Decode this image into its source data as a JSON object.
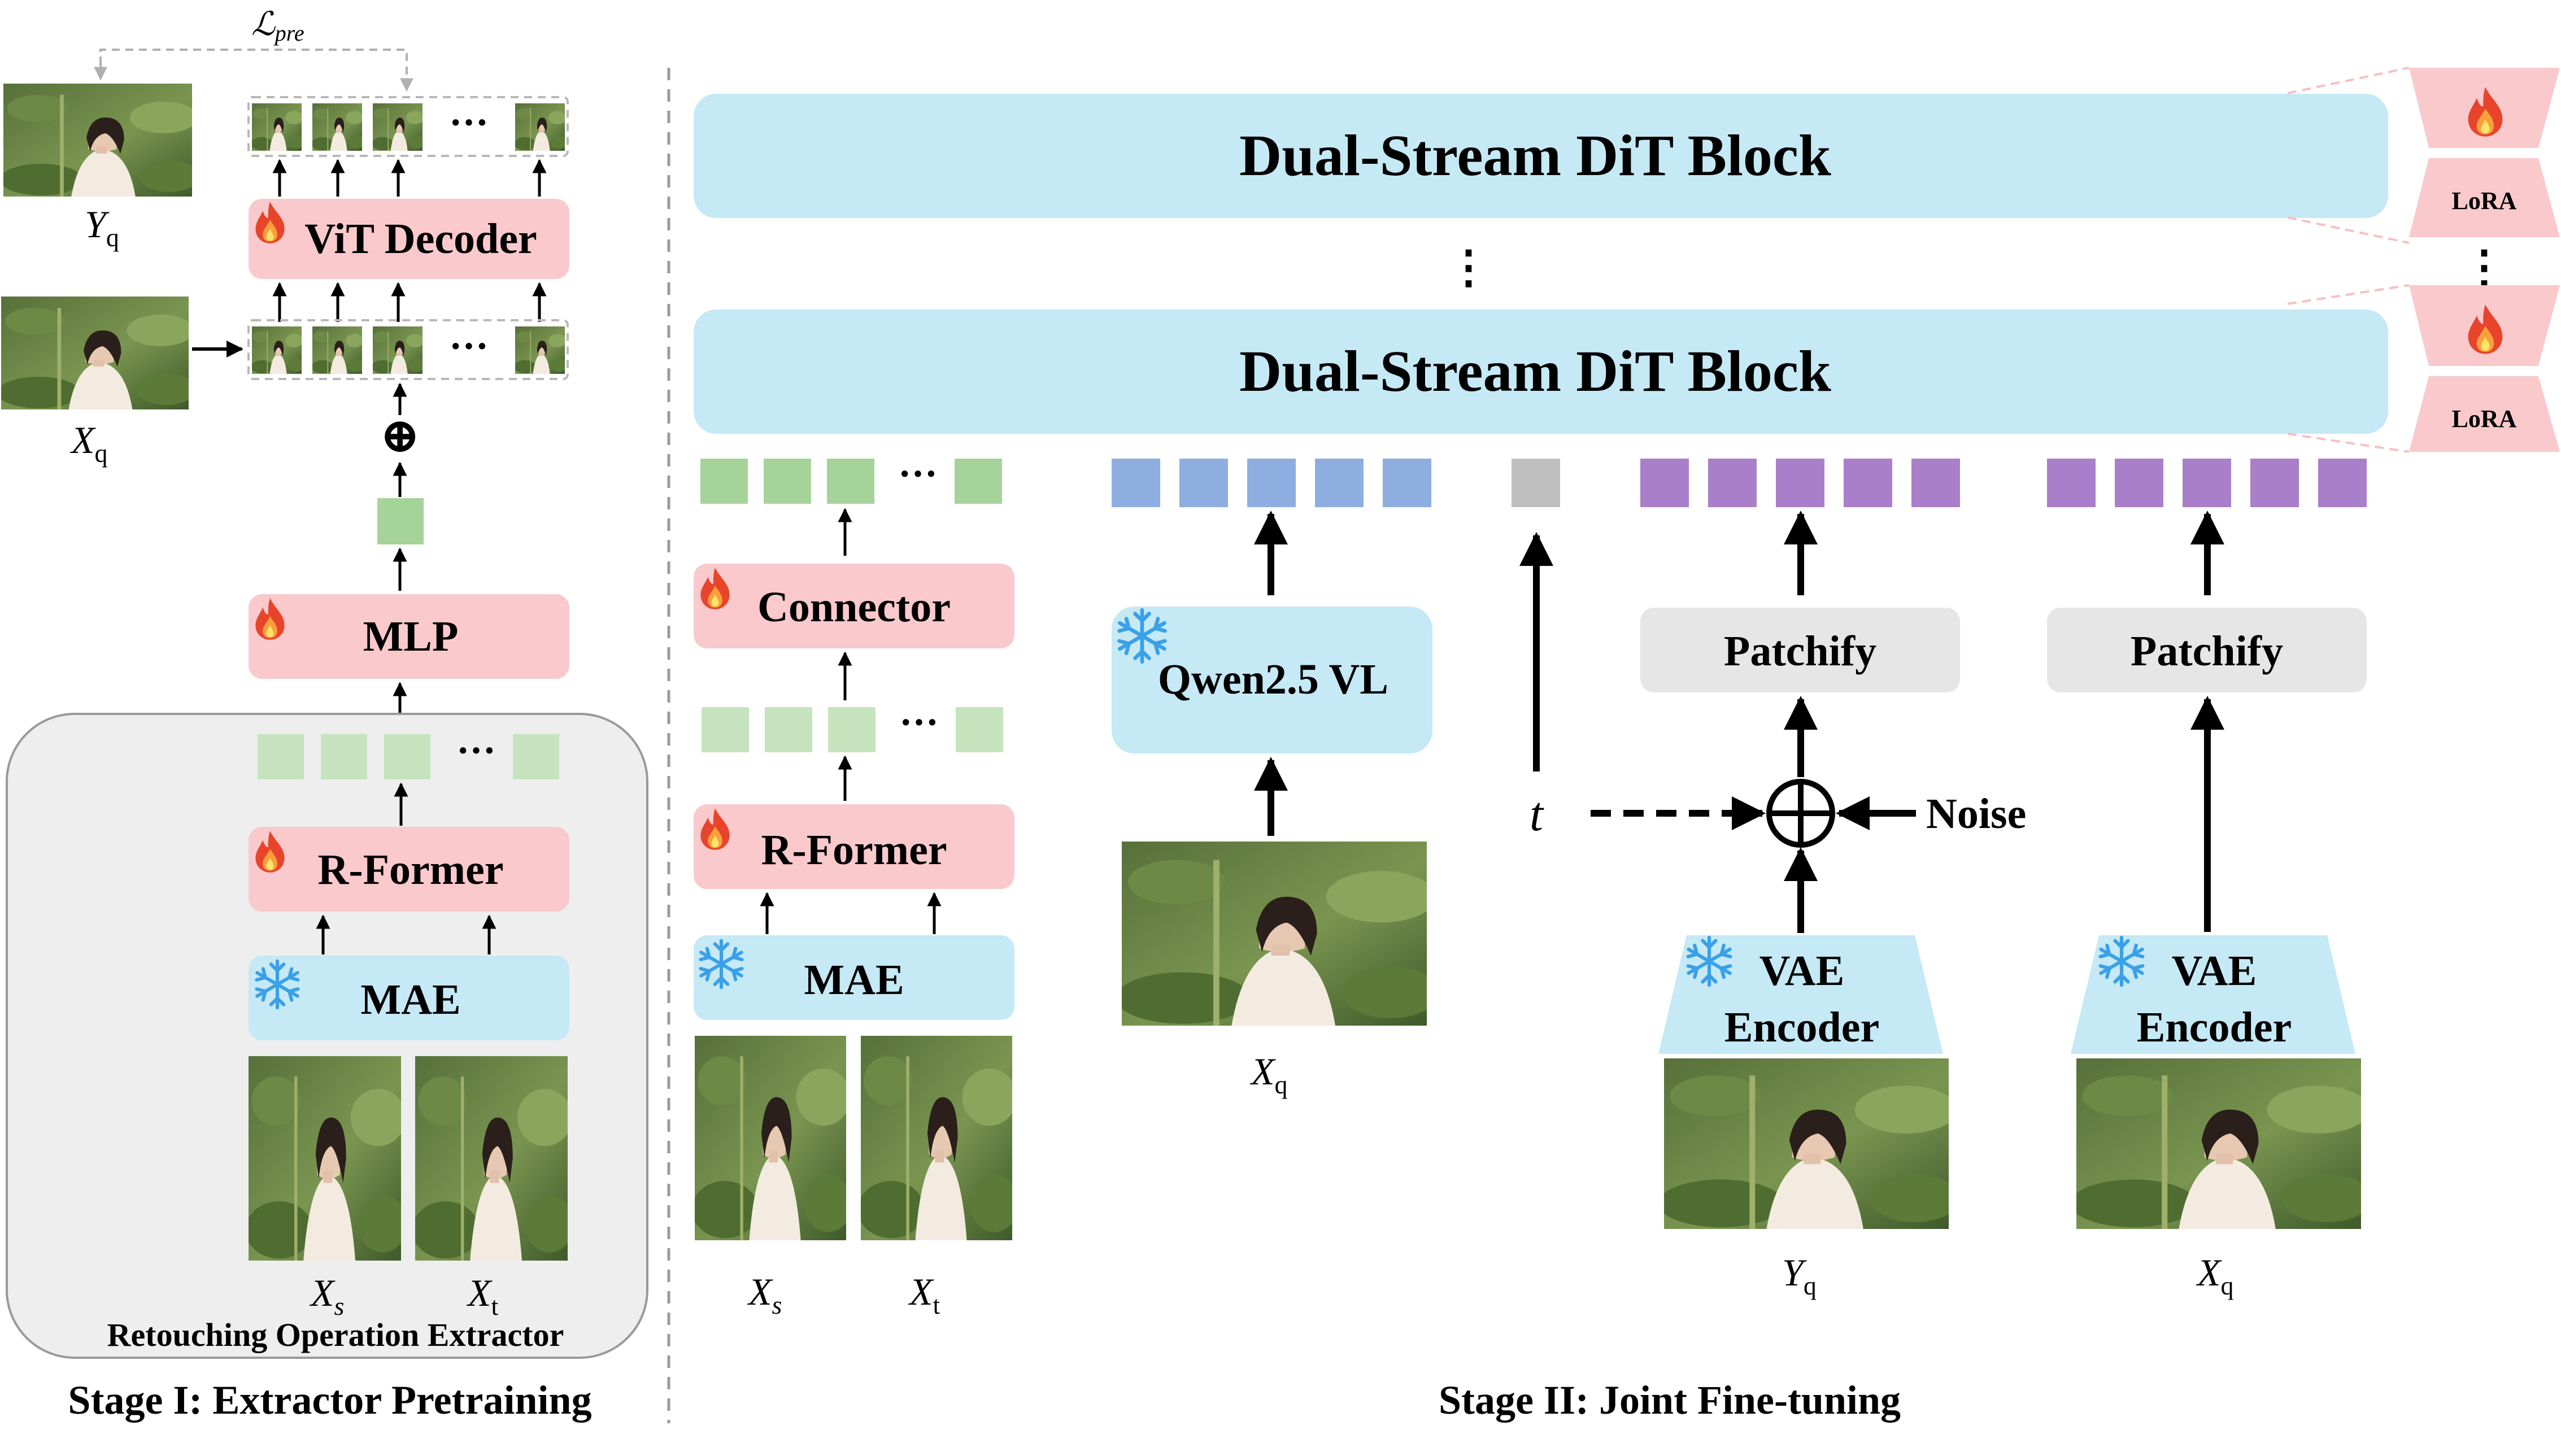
{
  "stage1": {
    "loss": {
      "main": "ℒ",
      "sub": "pre"
    },
    "vit_decoder": "ViT Decoder",
    "mlp": "MLP",
    "rformer": "R-Former",
    "mae": "MAE",
    "extractor_caption": "Retouching Operation Extractor",
    "title": "Stage I: Extractor Pretraining",
    "y_q": {
      "main": "Y",
      "sub": "q"
    },
    "x_q": {
      "main": "X",
      "sub": "q"
    },
    "x_s": {
      "main": "X",
      "sub": "s"
    },
    "x_t": {
      "main": "X",
      "sub": "t"
    },
    "plus": "⊕",
    "dots": "···"
  },
  "stage2": {
    "dit_block_top": "Dual-Stream DiT Block",
    "dit_block_bottom": "Dual-Stream DiT Block",
    "lora_top": "LoRA",
    "lora_bottom": "LoRA",
    "connector": "Connector",
    "rformer": "R-Former",
    "mae": "MAE",
    "qwen": "Qwen2.5 VL",
    "patchify_1": "Patchify",
    "patchify_2": "Patchify",
    "vae_1": {
      "line1": "VAE",
      "line2": "Encoder"
    },
    "vae_2": {
      "line1": "VAE",
      "line2": "Encoder"
    },
    "noise": "Noise",
    "t": "t",
    "x_s": {
      "main": "X",
      "sub": "s"
    },
    "x_t": {
      "main": "X",
      "sub": "t"
    },
    "x_q_qwen": {
      "main": "X",
      "sub": "q"
    },
    "y_q": {
      "main": "Y",
      "sub": "q"
    },
    "x_q_vae": {
      "main": "X",
      "sub": "q"
    },
    "title": "Stage II: Joint Fine-tuning",
    "dots": "···"
  },
  "colors": {
    "pink_box": "#f9c9cc",
    "blue_box": "#c5e9f5",
    "gray_box": "#e6e6e6",
    "green_token": "#a6d39a",
    "green_token_light": "#c5e4bd",
    "blue_token": "#8eaee0",
    "purple_token": "#a97fc9",
    "gray_token": "#bfbfbf",
    "extractor_panel": "#eeeeee",
    "flame": "#e8442c",
    "snow": "#3aa0e8"
  },
  "icons": [
    "flame-icon",
    "snowflake-icon",
    "photo-thumbnail"
  ]
}
